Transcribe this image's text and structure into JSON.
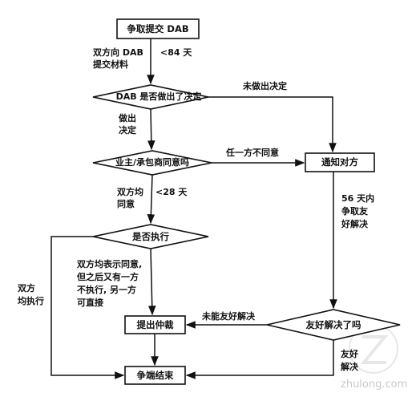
{
  "nodes": {
    "submit_dab": "争取提交 DAB",
    "dab_decision": "DAB 是否做出了决定",
    "owner_contractor_agree": "业主/承包商同意吗",
    "notify_other": "通知对方",
    "execute_q": "是否执行",
    "amicable_q": "友好解决了吗",
    "arbitration": "提出仲裁",
    "dispute_end": "争端结束"
  },
  "labels": {
    "submit_materials_1": "双方向 DAB",
    "submit_materials_2": "提交材料",
    "days_84": "<84 天",
    "no_decision": "未做出决定",
    "decided_1": "做出",
    "decided_2": "决定",
    "either_disagree": "任一方不同意",
    "both_agree_1": "双方均",
    "both_agree_2": "同意",
    "days_28": "<28 天",
    "days56_1": "56 天内",
    "days56_2": "争取友",
    "days56_3": "好解决",
    "both_execute_1": "双方",
    "both_execute_2": "均执行",
    "note_1": "双方均表示同意,",
    "note_2": "但之后又有一方",
    "note_3": "不执行, 另一方",
    "note_4": "可直接",
    "not_amicable": "未能友好解决",
    "amicable_1": "友好",
    "amicable_2": "解决"
  },
  "watermark": "zhulong.com"
}
